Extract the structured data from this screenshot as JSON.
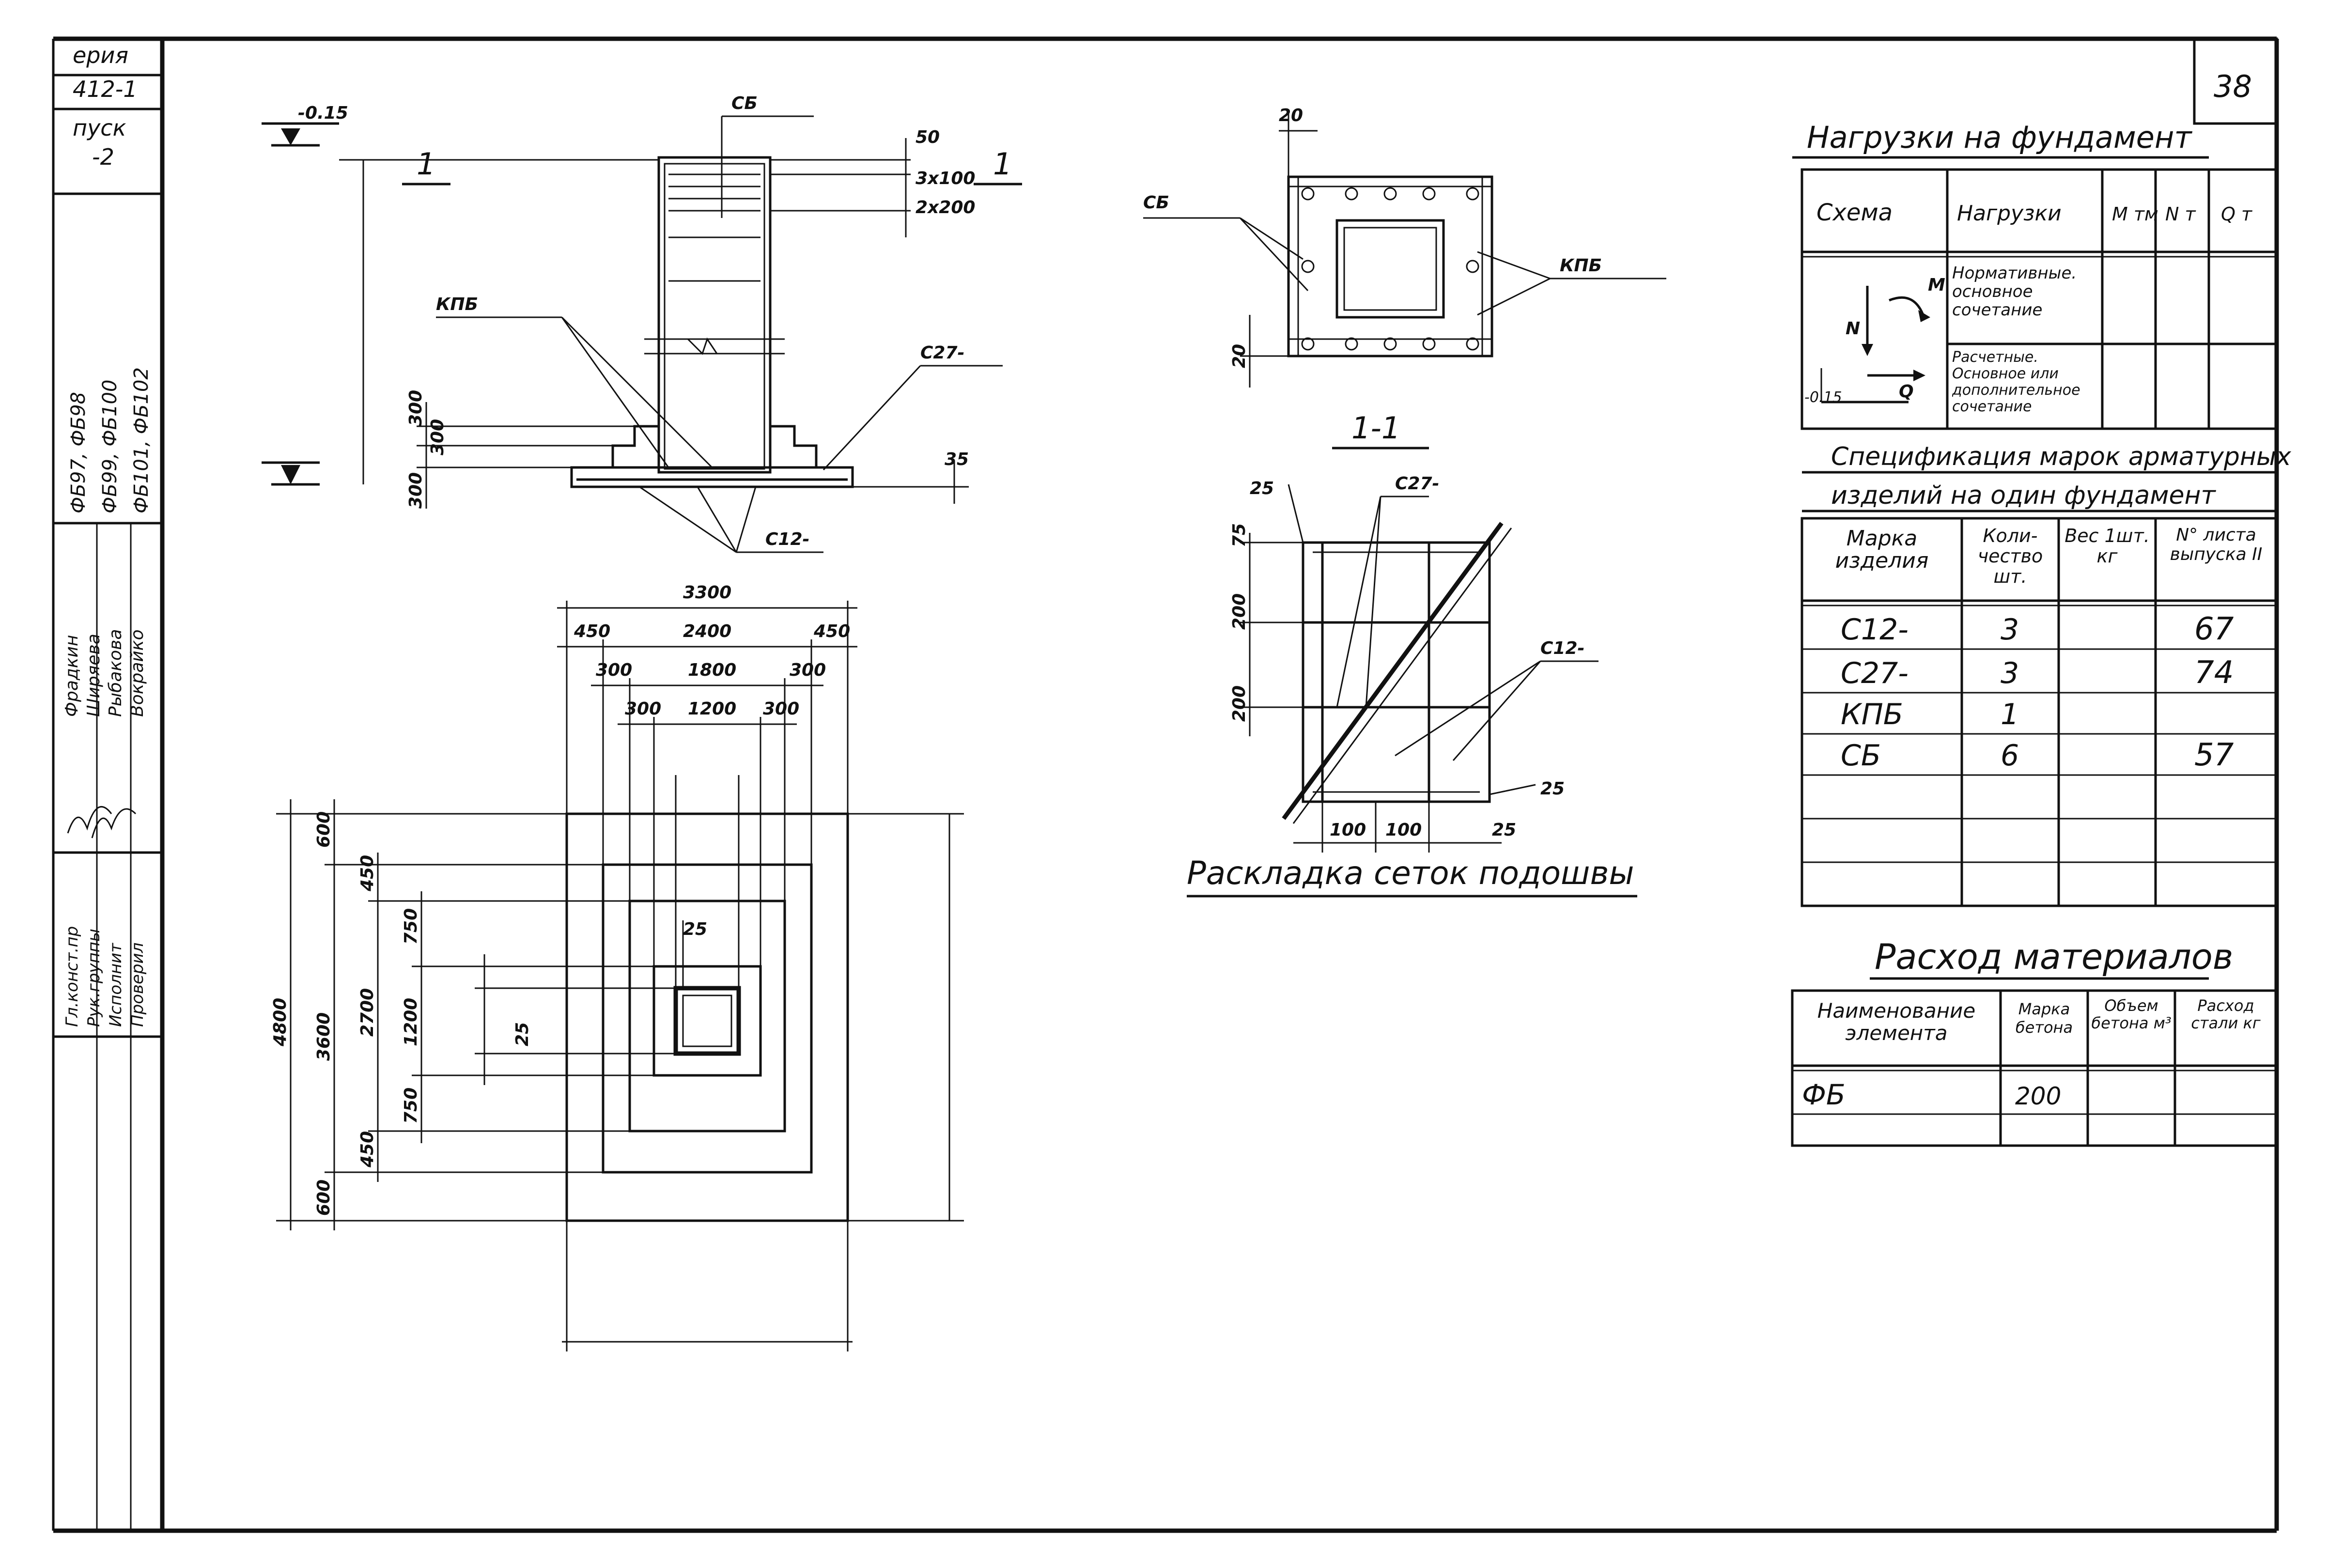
{
  "sheet": {
    "sheet_number": "38",
    "title_block": {
      "series_lines": [
        "ерия",
        "412-1",
        "пуск",
        "-2"
      ],
      "rows": [
        {
          "role": "Гл.конст.пр",
          "name": "Фрадкин"
        },
        {
          "role": "Рук.группы",
          "name": "Ширяева"
        },
        {
          "role": "Исполнит",
          "name": "Рыбакова"
        },
        {
          "role": "Проверил",
          "name": "Вокрайко"
        }
      ],
      "marks": [
        "ФБ97, ФБ98",
        "ФБ99, ФБ100",
        "ФБ101, ФБ102"
      ]
    }
  },
  "elevation": {
    "level_mark": "-0.15",
    "section_mark": "1",
    "labels": {
      "sb": "СБ",
      "kpb": "КПБ",
      "c27": "С27-",
      "c12": "С12-"
    },
    "right_dims": [
      "50",
      "3x100",
      "2x200"
    ],
    "left_dims": [
      "300",
      "300",
      "300"
    ],
    "bottom_dim": "35"
  },
  "plan": {
    "top_dims": {
      "row1": [
        "3300"
      ],
      "row2": [
        "450",
        "2400",
        "450"
      ],
      "row3": [
        "300",
        "1800",
        "300"
      ],
      "row4": [
        "300",
        "1200",
        "300"
      ]
    },
    "left_dims": {
      "outer": "4800",
      "second": "3600",
      "third": "2700",
      "chain_a": [
        "600",
        "600"
      ],
      "chain_b": [
        "450",
        "450"
      ],
      "chain_c": [
        "750",
        "1200",
        "750"
      ],
      "small": [
        "25",
        "25"
      ]
    }
  },
  "section_1_1": {
    "title": "1-1",
    "labels": {
      "sb": "СБ",
      "kpb": "КПБ"
    },
    "dims": {
      "top": "20",
      "left": "20"
    }
  },
  "sole_mesh": {
    "caption": "Раскладка сеток подошвы",
    "labels": {
      "c27": "С27-",
      "c12": "С12-"
    },
    "dims": {
      "top_left": "25",
      "left": [
        "75",
        "200",
        "200"
      ],
      "bottom": [
        "100",
        "100",
        "25"
      ],
      "right": "25"
    }
  },
  "loads_table": {
    "title": "Нагрузки на фундамент",
    "headers": [
      "Схема",
      "Нагрузки",
      "М тм",
      "N т",
      "Q т"
    ],
    "rows": [
      {
        "load": "Нормативные. основное сочетание"
      },
      {
        "load": "Расчетные. Основное или дополнительное сочетание"
      }
    ],
    "scheme_labels": {
      "m": "M",
      "n": "N",
      "q": "Q",
      "level": "-0.15"
    }
  },
  "spec_table": {
    "title_line1": "Спецификация марок арматурных",
    "title_line2": "изделий на один фундамент",
    "headers": [
      "Марка изделия",
      "Коли-чество шт.",
      "Вес 1шт. кг",
      "N° листа выпуска II"
    ],
    "rows": [
      {
        "mark": "С12-",
        "qty": "3",
        "weight": "",
        "sheet": "67"
      },
      {
        "mark": "С27-",
        "qty": "3",
        "weight": "",
        "sheet": "74"
      },
      {
        "mark": "КПБ",
        "qty": "1",
        "weight": "",
        "sheet": ""
      },
      {
        "mark": "СБ",
        "qty": "6",
        "weight": "",
        "sheet": "57"
      },
      {
        "mark": "",
        "qty": "",
        "weight": "",
        "sheet": ""
      },
      {
        "mark": "",
        "qty": "",
        "weight": "",
        "sheet": ""
      },
      {
        "mark": "",
        "qty": "",
        "weight": "",
        "sheet": ""
      }
    ]
  },
  "materials_table": {
    "title": "Расход материалов",
    "headers": [
      "Наименование элемента",
      "Марка бетона",
      "Объем бетона м³",
      "Расход стали кг"
    ],
    "rows": [
      {
        "name": "ФБ",
        "grade": "200",
        "volume": "",
        "steel": ""
      },
      {
        "name": "",
        "grade": "",
        "volume": "",
        "steel": ""
      }
    ]
  }
}
